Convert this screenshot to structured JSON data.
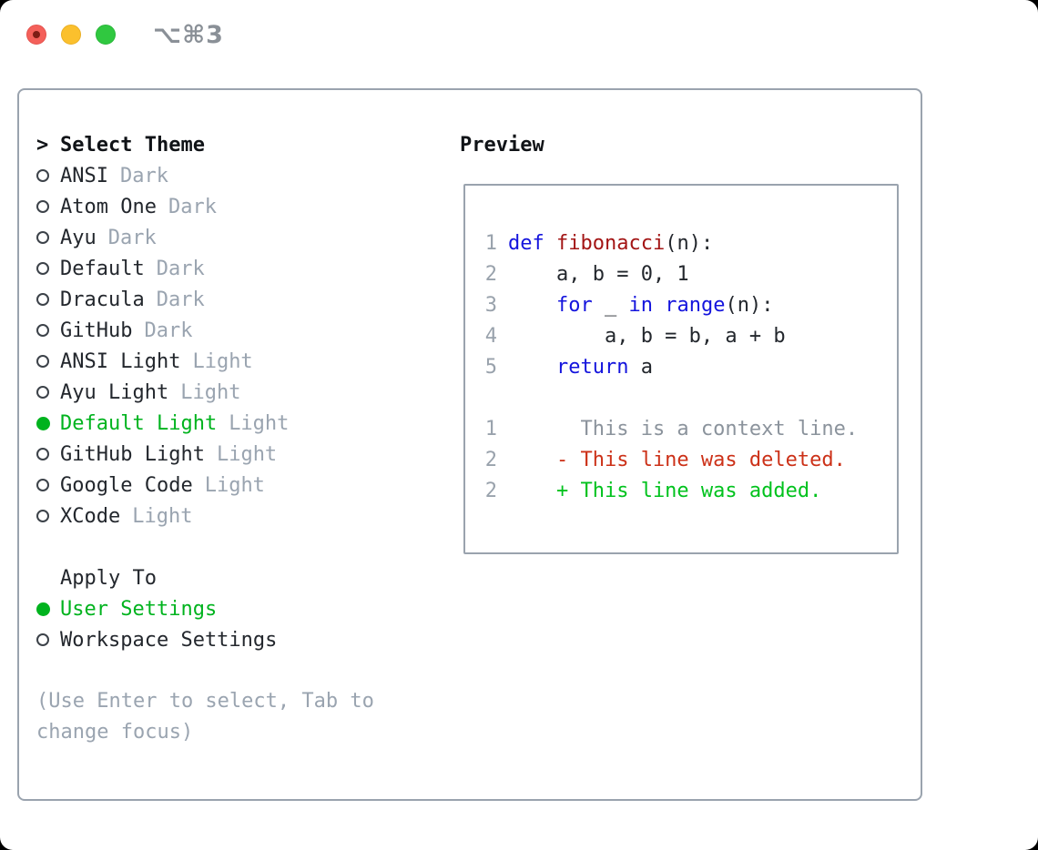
{
  "window": {
    "shortcut": "⌥⌘3",
    "traffic_lights": [
      "close",
      "minimize",
      "zoom"
    ]
  },
  "colors": {
    "selection_green": "#00b31e",
    "added_green": "#00c21d",
    "deleted_red": "#cc3118",
    "keyword_blue": "#1414dd",
    "function_red": "#a31515",
    "muted_gray": "#9aa4b0",
    "line_number_gray": "#99a2ac",
    "text_dark": "#23272d",
    "panel_border": "#9aa3ae"
  },
  "left": {
    "cursor": ">",
    "header": "Select Theme",
    "themes": [
      {
        "name": "ANSI",
        "variant": "Dark",
        "selected": false
      },
      {
        "name": "Atom One",
        "variant": "Dark",
        "selected": false
      },
      {
        "name": "Ayu",
        "variant": "Dark",
        "selected": false
      },
      {
        "name": "Default",
        "variant": "Dark",
        "selected": false
      },
      {
        "name": "Dracula",
        "variant": "Dark",
        "selected": false
      },
      {
        "name": "GitHub",
        "variant": "Dark",
        "selected": false
      },
      {
        "name": "ANSI Light",
        "variant": "Light",
        "selected": false
      },
      {
        "name": "Ayu Light",
        "variant": "Light",
        "selected": false
      },
      {
        "name": "Default Light",
        "variant": "Light",
        "selected": true
      },
      {
        "name": "GitHub Light",
        "variant": "Light",
        "selected": false
      },
      {
        "name": "Google Code",
        "variant": "Light",
        "selected": false
      },
      {
        "name": "XCode",
        "variant": "Light",
        "selected": false
      }
    ],
    "apply_to": {
      "label": "Apply To",
      "options": [
        {
          "name": "User Settings",
          "selected": true
        },
        {
          "name": "Workspace Settings",
          "selected": false
        }
      ]
    },
    "hint": "(Use Enter to select, Tab to\nchange focus)"
  },
  "preview": {
    "title": "Preview",
    "code_lines": [
      {
        "num": "1",
        "tokens": [
          {
            "c": "kw",
            "t": "def"
          },
          {
            "c": "pl",
            "t": " "
          },
          {
            "c": "fn",
            "t": "fibonacci"
          },
          {
            "c": "pl",
            "t": "(n):"
          }
        ]
      },
      {
        "num": "2",
        "tokens": [
          {
            "c": "pl",
            "t": "    a, b = 0, 1"
          }
        ]
      },
      {
        "num": "3",
        "tokens": [
          {
            "c": "pl",
            "t": "    "
          },
          {
            "c": "kw",
            "t": "for"
          },
          {
            "c": "pl",
            "t": " _ "
          },
          {
            "c": "kw",
            "t": "in"
          },
          {
            "c": "pl",
            "t": " "
          },
          {
            "c": "kw",
            "t": "range"
          },
          {
            "c": "pl",
            "t": "(n):"
          }
        ]
      },
      {
        "num": "4",
        "tokens": [
          {
            "c": "pl",
            "t": "        a, b = b, a + b"
          }
        ]
      },
      {
        "num": "5",
        "tokens": [
          {
            "c": "pl",
            "t": "    "
          },
          {
            "c": "kw",
            "t": "return"
          },
          {
            "c": "pl",
            "t": " a"
          }
        ]
      }
    ],
    "diff_lines": [
      {
        "num": "1",
        "kind": "ctx",
        "text": "      This is a context line."
      },
      {
        "num": "2",
        "kind": "del",
        "text": "    - This line was deleted."
      },
      {
        "num": "2",
        "kind": "add",
        "text": "    + This line was added."
      }
    ]
  }
}
